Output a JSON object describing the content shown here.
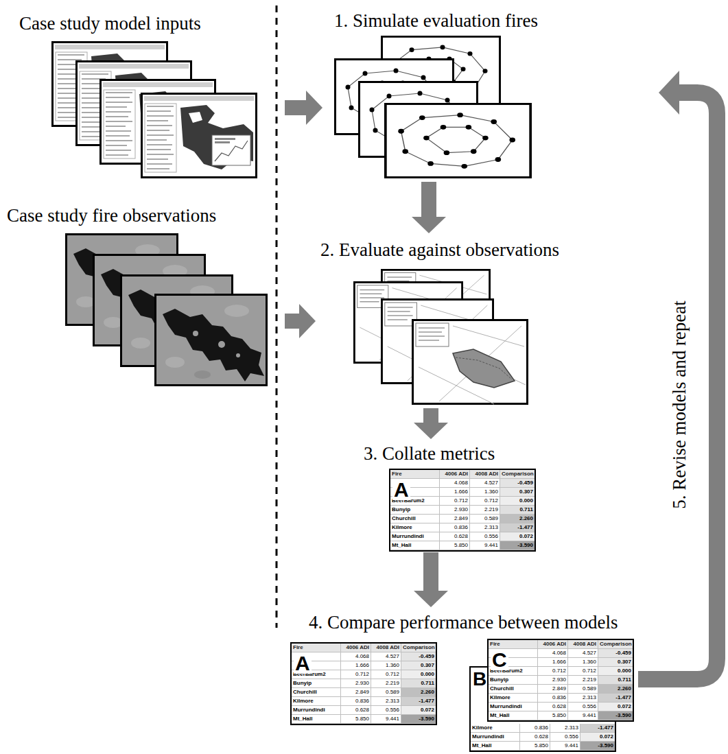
{
  "diagram": {
    "nodes": [
      {
        "text": [
          "Case study model inputs"
        ]
      },
      {
        "text": [
          "Case study fire observations"
        ]
      },
      {
        "text": [
          "1. Simulate evaluation fires"
        ]
      },
      {
        "text": [
          "2. Evaluate against observations"
        ]
      },
      {
        "text": [
          "3. Collate metrics"
        ]
      },
      {
        "text": [
          "A",
          "Fire",
          "4006 ADI",
          "4008 ADI",
          "Comparison",
          "4.068",
          "4.527",
          "-0.459",
          "1.666",
          "1.360",
          "0.307",
          "BeerBarum2",
          "0.712",
          "0.712",
          "0.000",
          "Bunyip",
          "2.930",
          "2.219",
          "0.711",
          "Churchill",
          "2.849",
          "0.589",
          "2.260",
          "Kilmore",
          "0.836",
          "2.313",
          "-1.477",
          "Murrundindi",
          "0.628",
          "0.556",
          "0.072",
          "Mt_Hall",
          "5.850",
          "9.441",
          "-3.590"
        ],
        "in": 4
      },
      {
        "text": [
          "4. Compare performance between models"
        ]
      },
      {
        "text": [
          "A",
          "Fire",
          "4006 ADI",
          "4008 ADI",
          "Comparison",
          "4.068",
          "4.527",
          "-0.459",
          "1.666",
          "1.360",
          "0.307",
          "BeerBarum2",
          "0.712",
          "0.712",
          "0.000",
          "Bunyip",
          "2.930",
          "2.219",
          "0.711",
          "Churchill",
          "2.849",
          "0.589",
          "2.260",
          "Kilmore",
          "0.836",
          "2.313",
          "-1.477",
          "Murrundindi",
          "0.628",
          "0.556",
          "0.072",
          "Mt_Hall",
          "5.850",
          "9.441",
          "-3.590"
        ],
        "in": 6
      },
      {
        "text": [
          "B",
          "Kilmore",
          "0.836",
          "2.313",
          "-1.477",
          "Murrundindi",
          "0.628",
          "0.556",
          "0.072",
          "Mt_Hall",
          "5.850",
          "9.441",
          "-3.590"
        ],
        "in": 6
      },
      {
        "text": [
          "C",
          "Fire",
          "4006 ADI",
          "4008 ADI",
          "Comparison",
          "4.068",
          "4.527",
          "-0.459",
          "1.666",
          "1.360",
          "0.307",
          "BeerBarum2",
          "0.712",
          "0.712",
          "0.000",
          "Bunyip",
          "2.930",
          "2.219",
          "0.711",
          "Churchill",
          "2.849",
          "0.589",
          "2.260",
          "Kilmore",
          "0.836",
          "2.313",
          "-1.477",
          "Murrundindi",
          "0.628",
          "0.556",
          "0.072",
          "Mt_Hall",
          "5.850",
          "9.441",
          "-3.590"
        ],
        "in": 6
      }
    ],
    "edges": [
      {
        "from": 0,
        "to": 2,
        "arrow": "to"
      },
      {
        "from": 1,
        "to": 3,
        "arrow": "to"
      },
      {
        "from": 2,
        "to": 3,
        "arrow": "to"
      },
      {
        "from": 3,
        "to": 4,
        "arrow": "to"
      },
      {
        "from": 4,
        "to": 6,
        "arrow": "to"
      },
      {
        "from": 6,
        "to": 2,
        "label": "5. Revise models and repeat",
        "arrow": "to"
      }
    ]
  }
}
